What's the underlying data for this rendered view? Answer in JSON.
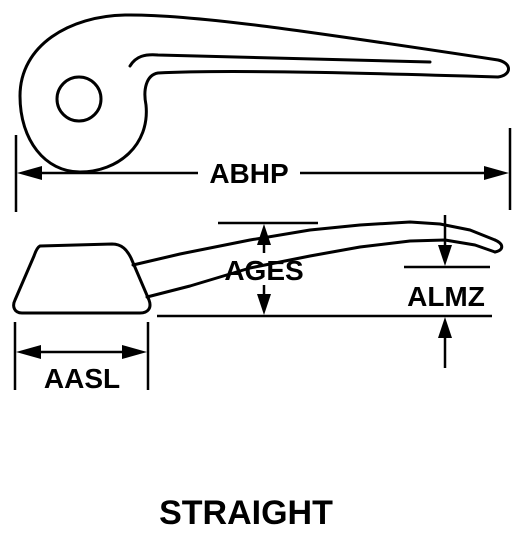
{
  "labels": {
    "abhp": "ABHP",
    "ages": "AGES",
    "almz": "ALMZ",
    "aasl": "AASL"
  },
  "caption": "STRAIGHT"
}
